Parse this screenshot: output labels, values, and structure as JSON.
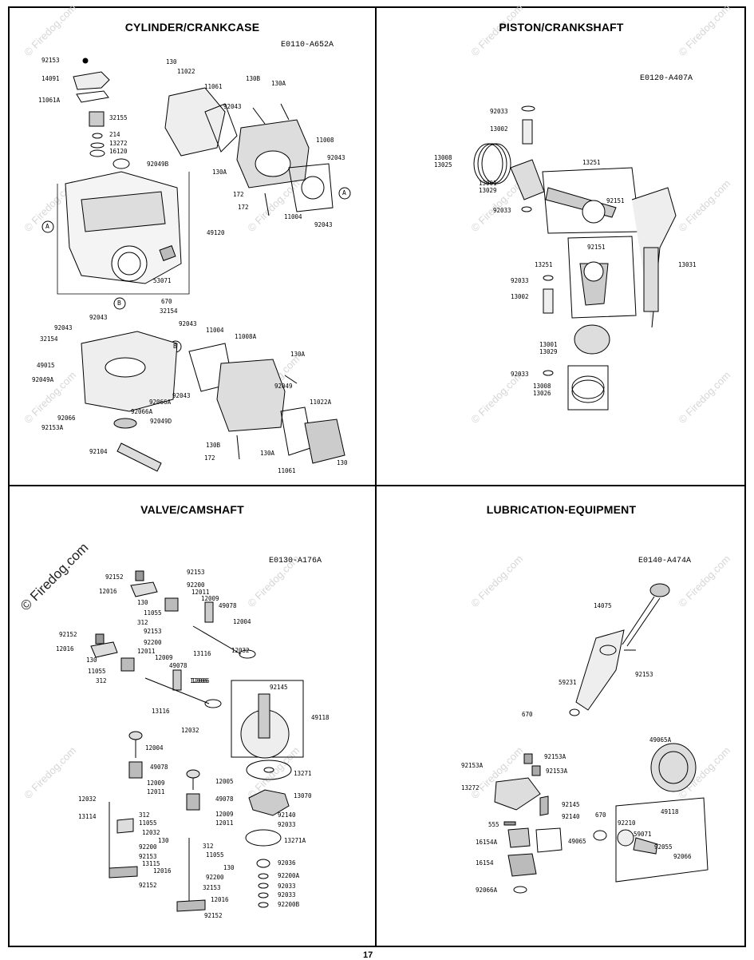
{
  "panels": {
    "cylinder": {
      "title": "CYLINDER/CRANKCASE",
      "code": "E0110-A652A",
      "labels": [
        "92153",
        "14091",
        "11061A",
        "32155",
        "214",
        "13272",
        "16120",
        "92049B",
        "130",
        "11022",
        "11061",
        "130B",
        "130A",
        "92043",
        "11008",
        "92043",
        "130A",
        "172",
        "172",
        "11004",
        "92043",
        "49120",
        "53071",
        "670",
        "32154",
        "92043",
        "92043",
        "32154",
        "49015",
        "92049A",
        "92066",
        "92153A",
        "92066A",
        "92066A",
        "92049D",
        "92104",
        "92043",
        "11004",
        "11008A",
        "130A",
        "92049",
        "11022A",
        "92043",
        "130B",
        "172",
        "130A",
        "11061",
        "130"
      ],
      "markers": [
        "A",
        "A",
        "B",
        "B"
      ]
    },
    "piston": {
      "title": "PISTON/CRANKSHAFT",
      "code": "E0120-A407A",
      "labels": [
        "92033",
        "13002",
        "13008",
        "13025",
        "13001",
        "13029",
        "92033",
        "13251",
        "92151",
        "13031",
        "92151",
        "13251",
        "92033",
        "13002",
        "13001",
        "13029",
        "92033",
        "13008",
        "13026"
      ]
    },
    "valve": {
      "title": "VALVE/CAMSHAFT",
      "code": "E0130-A176A",
      "labels": [
        "92152",
        "12016",
        "130",
        "11055",
        "312",
        "92153",
        "92200",
        "12011",
        "12009",
        "49078",
        "12004",
        "92152",
        "12016",
        "130",
        "11055",
        "312",
        "92153",
        "92200",
        "12011",
        "12009",
        "49078",
        "13116",
        "12006",
        "12032",
        "13116",
        "12006",
        "12032",
        "92145",
        "49118",
        "12004",
        "49078",
        "12009",
        "12011",
        "12005",
        "49078",
        "12009",
        "12011",
        "13271",
        "13070",
        "92140",
        "92033",
        "12032",
        "13114",
        "312",
        "11055",
        "12032",
        "130",
        "92200",
        "92153",
        "13115",
        "12016",
        "92152",
        "312",
        "11055",
        "130",
        "92200",
        "32153",
        "12016",
        "92152",
        "13271A",
        "92036",
        "92200A",
        "92033",
        "92033",
        "92200B"
      ]
    },
    "lube": {
      "title": "LUBRICATION-EQUIPMENT",
      "code": "E0140-A474A",
      "labels": [
        "14075",
        "92153",
        "59231",
        "670",
        "92153A",
        "92153A",
        "92153A",
        "13272",
        "92145",
        "92140",
        "555",
        "16154A",
        "49065",
        "16154",
        "92066A",
        "49065A",
        "670",
        "49118",
        "92210",
        "59071",
        "92055",
        "92066"
      ]
    }
  },
  "watermark": {
    "text": "© Firedog.com"
  },
  "page_number": "17"
}
